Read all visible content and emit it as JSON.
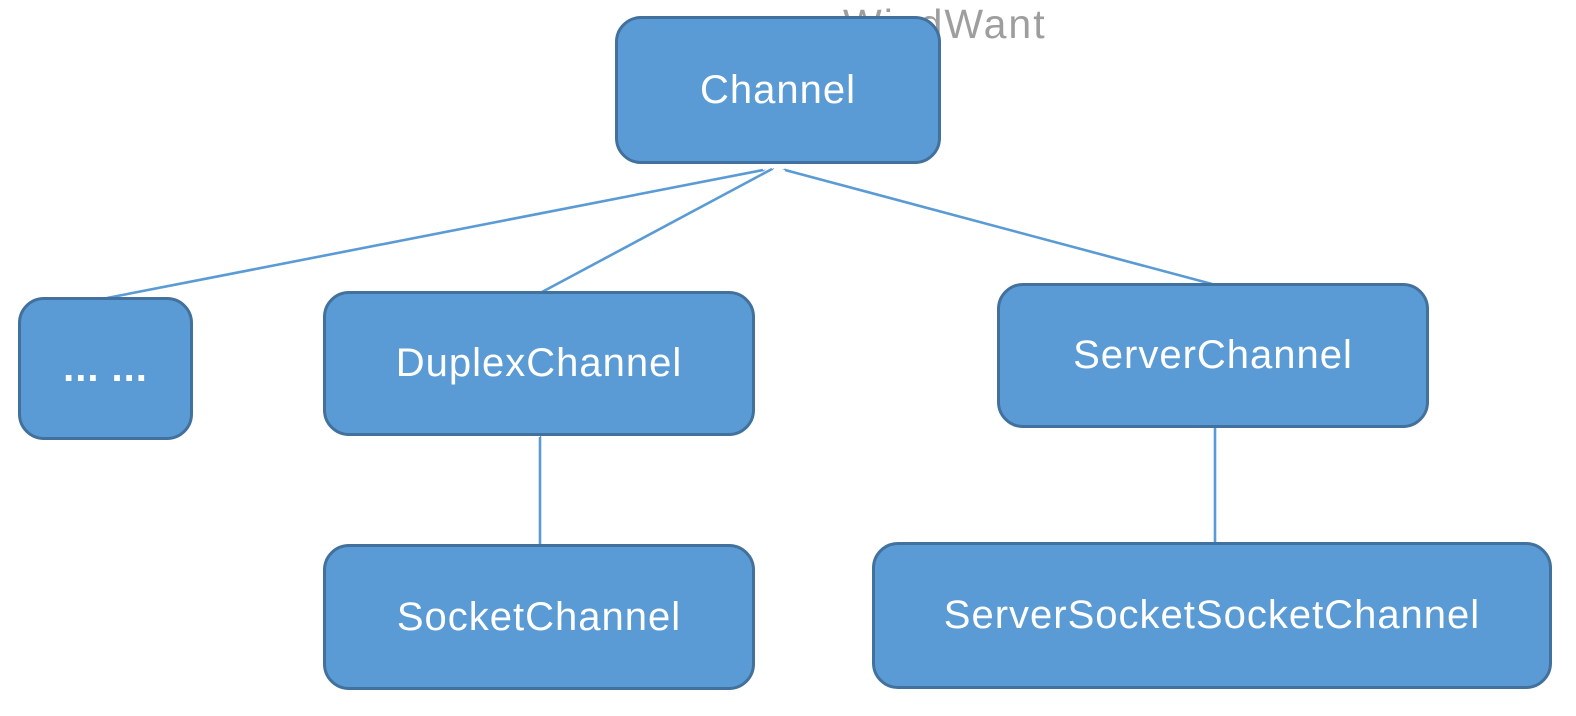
{
  "diagram": {
    "title_watermark": "WindWant",
    "nodes": {
      "channel": {
        "label": "Channel"
      },
      "ellipsis": {
        "label": "... ..."
      },
      "duplex": {
        "label": "DuplexChannel"
      },
      "server": {
        "label": "ServerChannel"
      },
      "socket": {
        "label": "SocketChannel"
      },
      "serversocket": {
        "label": "ServerSocketSocketChannel"
      }
    },
    "edges": [
      {
        "from": "ellipsis",
        "to": "channel",
        "type": "inheritance-arrow"
      },
      {
        "from": "duplex",
        "to": "channel",
        "type": "inheritance-arrow"
      },
      {
        "from": "server",
        "to": "channel",
        "type": "inheritance-arrow"
      },
      {
        "from": "socket",
        "to": "duplex",
        "type": "inheritance-arrow"
      },
      {
        "from": "serversocket",
        "to": "server",
        "type": "inheritance-arrow"
      }
    ],
    "colors": {
      "node_fill": "#5b9bd5",
      "node_border": "#41719c",
      "edge_line": "#5b9bd5",
      "label_text": "#ffffff",
      "watermark_text": "#9e9e9e",
      "background": "#ffffff"
    }
  }
}
